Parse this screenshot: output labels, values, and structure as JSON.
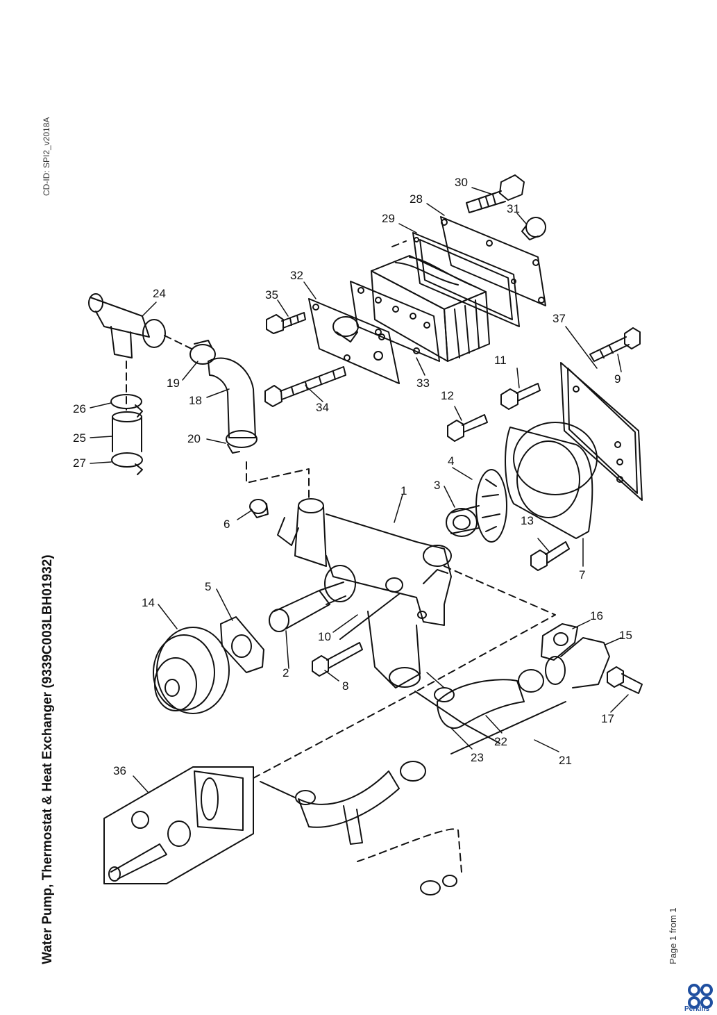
{
  "header": {
    "cd_id": "CD-ID: SPI2_v2018A",
    "title": "Water Pump, Thermostat & Heat Exchanger (9339C003LBH01932)"
  },
  "footer": {
    "page_info": "Page 1 from 1",
    "brand": "Perkins"
  },
  "callouts": {
    "c1": "1",
    "c2": "2",
    "c3": "3",
    "c4": "4",
    "c5": "5",
    "c6": "6",
    "c7": "7",
    "c8": "8",
    "c9": "9",
    "c10": "10",
    "c11": "11",
    "c12": "12",
    "c13": "13",
    "c14": "14",
    "c15": "15",
    "c16": "16",
    "c17": "17",
    "c18": "18",
    "c19": "19",
    "c20": "20",
    "c21": "21",
    "c22": "22",
    "c23": "23",
    "c24": "24",
    "c25": "25",
    "c26": "26",
    "c27": "27",
    "c28": "28",
    "c29": "29",
    "c30": "30",
    "c31": "31",
    "c32": "32",
    "c33": "33",
    "c34": "34",
    "c35": "35",
    "c36": "36",
    "c37": "37"
  }
}
